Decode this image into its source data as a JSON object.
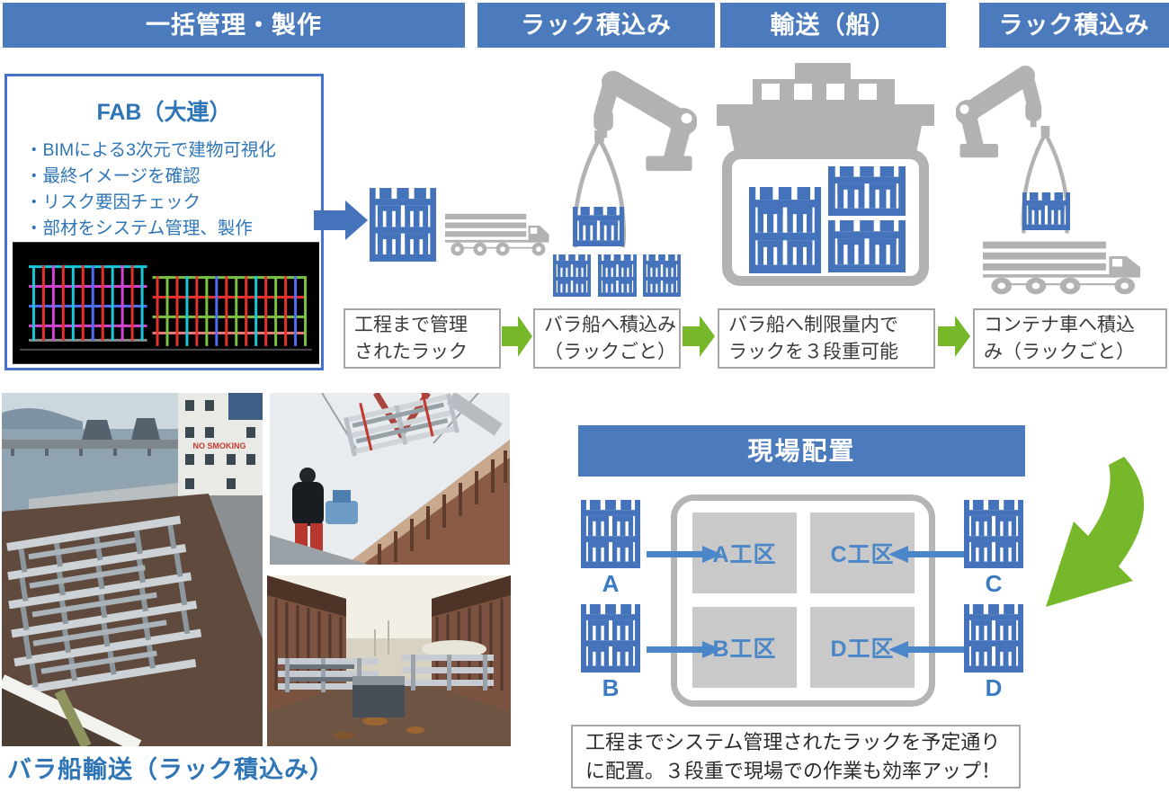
{
  "process_headers": [
    {
      "label": "一括管理・製作"
    },
    {
      "label": "ラック積込み"
    },
    {
      "label": "輸送（船）"
    },
    {
      "label": "ラック積込み"
    }
  ],
  "fab_box": {
    "title": "FAB（大連）",
    "bullets": [
      "・BIMによる3次元で建物可視化",
      "・最終イメージを確認",
      "・リスク要因チェック",
      "・部材をシステム管理、製作"
    ]
  },
  "flow_steps": [
    {
      "text": "工程まで管理\nされたラック"
    },
    {
      "text": "バラ船へ積込み\n（ラックごと）"
    },
    {
      "text": "バラ船へ制限量内で\nラックを３段重可能"
    },
    {
      "text": "コンテナ車へ積込\nみ（ラックごと）"
    }
  ],
  "site_layout": {
    "title": "現場配置",
    "zones": [
      {
        "id": "A",
        "label": "A工区"
      },
      {
        "id": "C",
        "label": "C工区"
      },
      {
        "id": "B",
        "label": "B工区"
      },
      {
        "id": "D",
        "label": "D工区"
      }
    ],
    "rack_labels": [
      "A",
      "B",
      "C",
      "D"
    ],
    "note": "工程までシステム管理されたラックを予定通り\nに配置。３段重で現場での作業も効率アップ！"
  },
  "photos": {
    "caption": "バラ船輸送（ラック積込み）",
    "items": [
      {
        "name": "ship-hold-loaded-racks",
        "overlay_text": "NO SMOKING"
      },
      {
        "name": "crane-lifting-rack"
      },
      {
        "name": "ship-hold-interior"
      }
    ]
  },
  "colors": {
    "header_blue": "#4b7bbd",
    "icon_blue": "#4472bb",
    "text_blue": "#2e75b6",
    "zone_label_blue": "#4a86c8",
    "green": "#76b82a",
    "gray_icon": "#b2b2b2",
    "zone_gray": "#c9c9c9",
    "border_gray": "#a6a6a6"
  }
}
